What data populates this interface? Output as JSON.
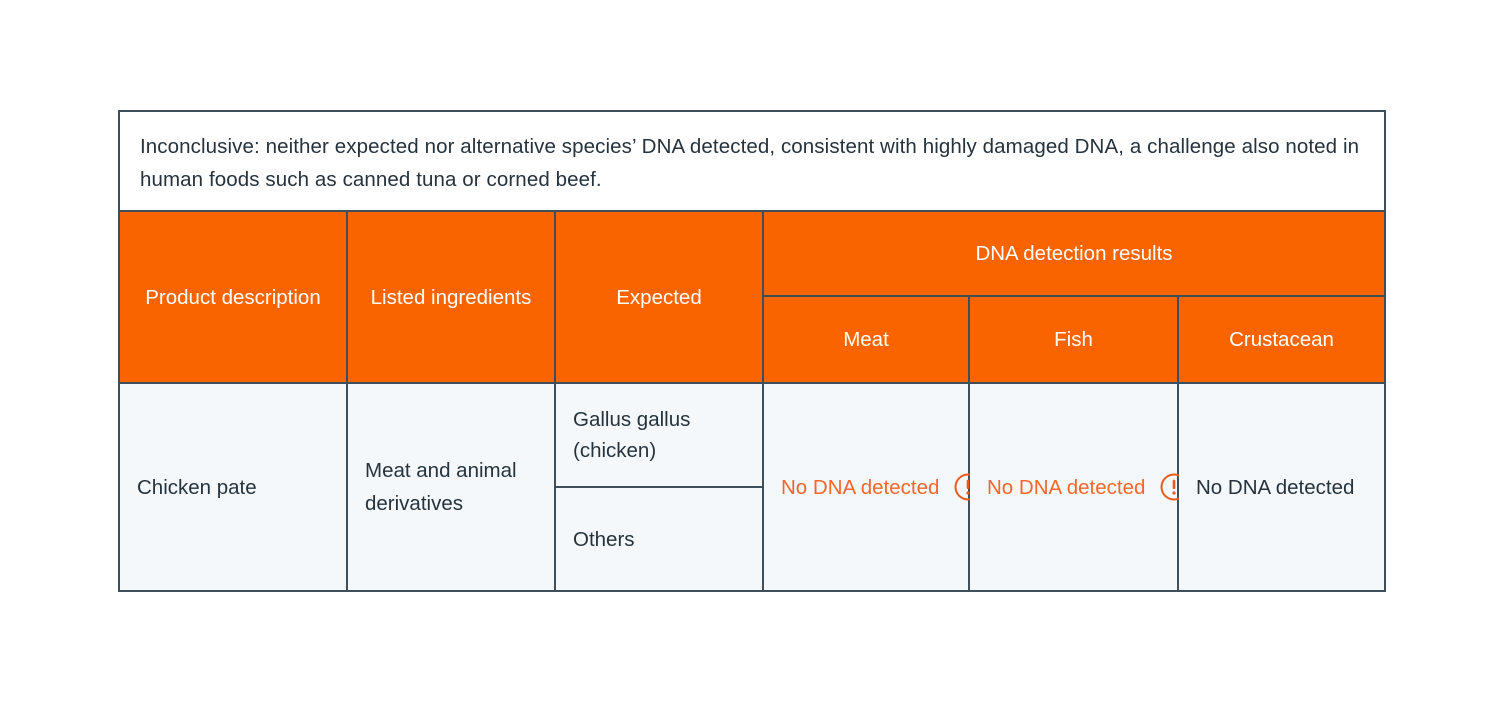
{
  "colors": {
    "header_orange": "#fa6400",
    "row_background": "#f4f8fa",
    "border": "#3d4f5c",
    "flag_orange": "#f4662a",
    "text_dark": "#26333d"
  },
  "table": {
    "caption": "Inconclusive: neither expected nor alternative species’ DNA detected, consistent with highly damaged DNA, a challenge also noted in human foods such as canned tuna or corned beef.",
    "headers": {
      "product_description": "Product description",
      "listed_ingredients": "Listed ingredients",
      "expected": "Expected",
      "dna_detection_results": "DNA detection results",
      "meat": "Meat",
      "fish": "Fish",
      "crustacean": "Crustacean"
    },
    "row": {
      "product_description": "Chicken pate",
      "listed_ingredients": "Meat and animal derivatives",
      "expected_primary": "Gallus gallus (chicken)",
      "expected_secondary": "Others",
      "meat_result": "No DNA detected",
      "meat_flag_icon": "exclamation-circle-icon",
      "fish_result": "No DNA detected",
      "fish_flag_icon": "exclamation-circle-icon",
      "crustacean_result": "No DNA detected"
    }
  }
}
